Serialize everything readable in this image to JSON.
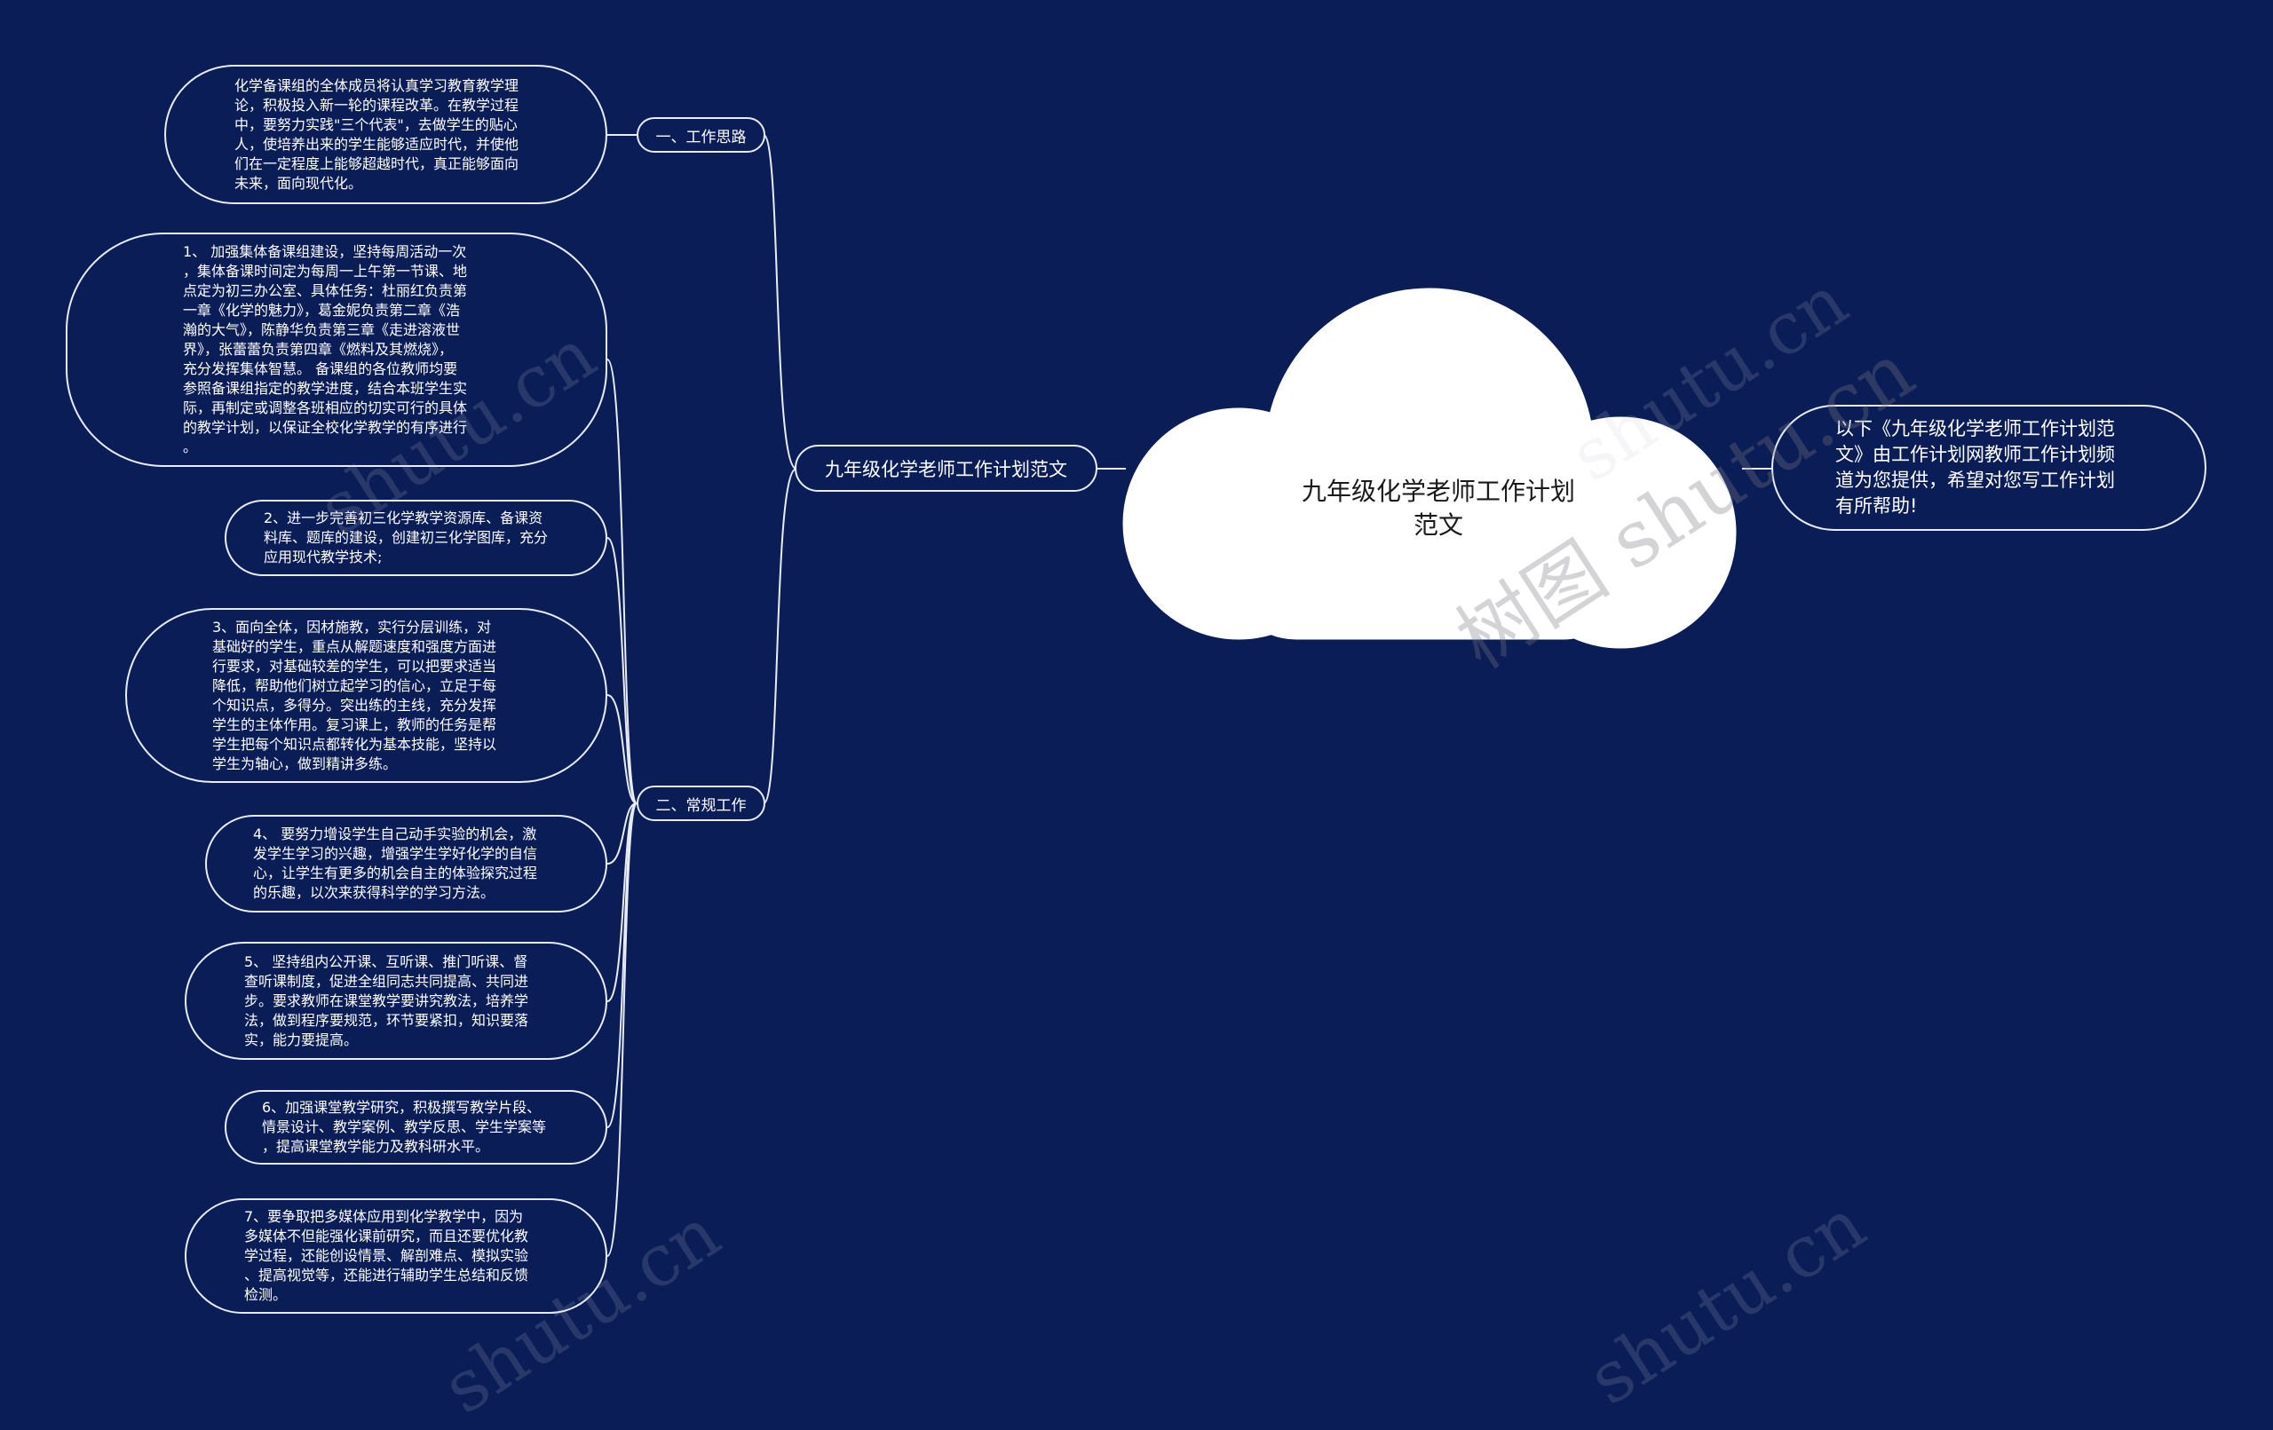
{
  "root": {
    "label": "九年级化学老师工作计划\n范文"
  },
  "intro": {
    "label": "以下《九年级化学老师工作计划范\n文》由工作计划网教师工作计划频\n道为您提供，希望对您写工作计划\n有所帮助!"
  },
  "branch": {
    "label": "九年级化学老师工作计划范文"
  },
  "sections": [
    {
      "label": "一、工作思路",
      "items": [
        "化学备课组的全体成员将认真学习教育教学理\n论，积极投入新一轮的课程改革。在教学过程\n中，要努力实践\"三个代表\"，去做学生的贴心\n人，使培养出来的学生能够适应时代，并使他\n们在一定程度上能够超越时代，真正能够面向\n未来，面向现代化。"
      ]
    },
    {
      "label": "二、常规工作",
      "items": [
        "1、 加强集体备课组建设，坚持每周活动一次\n，集体备课时间定为每周一上午第一节课、地\n点定为初三办公室、具体任务：杜丽红负责第\n一章《化学的魅力》，葛金妮负责第二章《浩\n瀚的大气》，陈静华负责第三章《走进溶液世\n界》，张蕾蕾负责第四章《燃料及其燃烧》，\n充分发挥集体智慧。 备课组的各位教师均要\n参照备课组指定的教学进度，结合本班学生实\n际，再制定或调整各班相应的切实可行的具体\n的教学计划，以保证全校化学教学的有序进行\n。",
        "2、进一步完善初三化学教学资源库、备课资\n料库、题库的建设，创建初三化学图库，充分\n应用现代教学技术;",
        "3、面向全体，因材施教，实行分层训练，对\n基础好的学生，重点从解题速度和强度方面进\n行要求，对基础较差的学生，可以把要求适当\n降低，帮助他们树立起学习的信心，立足于每\n个知识点，多得分。突出练的主线，充分发挥\n学生的主体作用。复习课上，教师的任务是帮\n学生把每个知识点都转化为基本技能，坚持以\n学生为轴心，做到精讲多练。",
        "4、 要努力增设学生自己动手实验的机会，激\n发学生学习的兴趣，增强学生学好化学的自信\n心，让学生有更多的机会自主的体验探究过程\n的乐趣，以次来获得科学的学习方法。",
        "5、 坚持组内公开课、互听课、推门听课、督\n查听课制度，促进全组同志共同提高、共同进\n步。要求教师在课堂教学要讲究教法，培养学\n法，做到程序要规范，环节要紧扣，知识要落\n实，能力要提高。",
        "6、加强课堂教学研究，积极撰写教学片段、\n情景设计、教学案例、教学反思、学生学案等\n，提高课堂教学能力及教科研水平。",
        "7、要争取把多媒体应用到化学教学中，因为\n多媒体不但能强化课前研究，而且还要优化教\n学过程，还能创设情景、解剖难点、模拟实验\n、提高视觉等，还能进行辅助学生总结和反馈\n检测。"
      ]
    }
  ],
  "watermarks": [
    "树图 shutu.cn",
    "shutu.cn"
  ],
  "colors": {
    "background": "#0b1d56",
    "line": "#e8ecf6",
    "cloud": "#ffffff"
  }
}
